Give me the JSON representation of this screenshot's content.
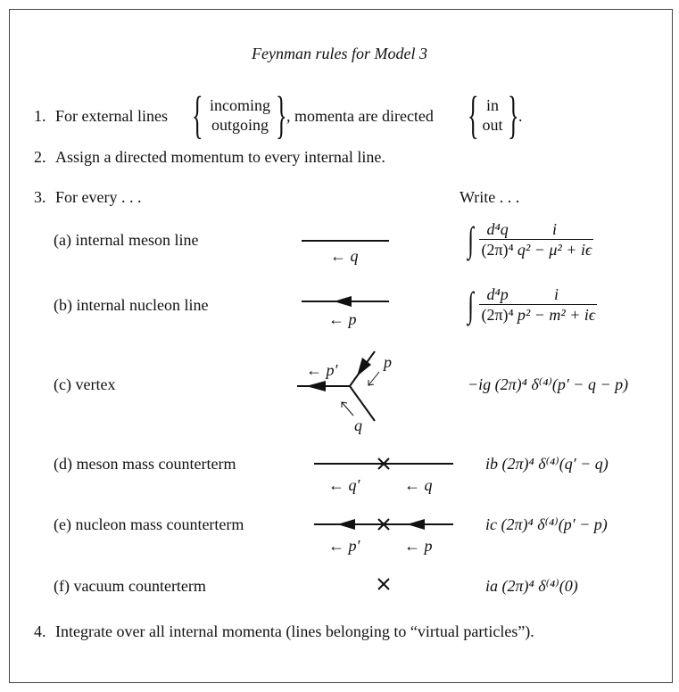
{
  "title": "Feynman rules for Model 3",
  "rule1": {
    "num": "1.",
    "text_a": "For external lines",
    "brace1_top": "incoming",
    "brace1_bottom": "outgoing",
    "text_b": ", momenta are directed",
    "brace2_top": "in",
    "brace2_bottom": "out",
    "text_c": "."
  },
  "rule2": {
    "num": "2.",
    "text": "Assign a directed momentum to every internal line."
  },
  "rule3": {
    "num": "3.",
    "text": "For every . . .",
    "write_header": "Write . . ."
  },
  "items": [
    {
      "label": "(a) internal meson line",
      "momentum": "← q",
      "num": "d⁴q",
      "den": "(2π)⁴",
      "num2": "i",
      "den2": "q² − μ² + iϵ"
    },
    {
      "label": "(b) internal nucleon line",
      "momentum": "← p",
      "num": "d⁴p",
      "den": "(2π)⁴",
      "num2": "i",
      "den2": "p² − m² + iϵ"
    },
    {
      "label": "(c) vertex",
      "mom_pprime": "← p′",
      "mom_p": "p",
      "mom_q": "q",
      "formula": "−ig (2π)⁴ δ⁽⁴⁾(p′ − q − p)"
    },
    {
      "label": "(d) meson mass counterterm",
      "mom_left": "← q′",
      "mom_right": "← q",
      "formula": "ib (2π)⁴ δ⁽⁴⁾(q′ − q)"
    },
    {
      "label": "(e) nucleon mass counterterm",
      "mom_left": "← p′",
      "mom_right": "← p",
      "formula": "ic (2π)⁴ δ⁽⁴⁾(p′ − p)"
    },
    {
      "label": "(f) vacuum counterterm",
      "symbol": "×",
      "formula": "ia (2π)⁴ δ⁽⁴⁾(0)"
    }
  ],
  "rule4": {
    "num": "4.",
    "text": "Integrate over all internal momenta (lines belonging to “virtual particles”)."
  }
}
